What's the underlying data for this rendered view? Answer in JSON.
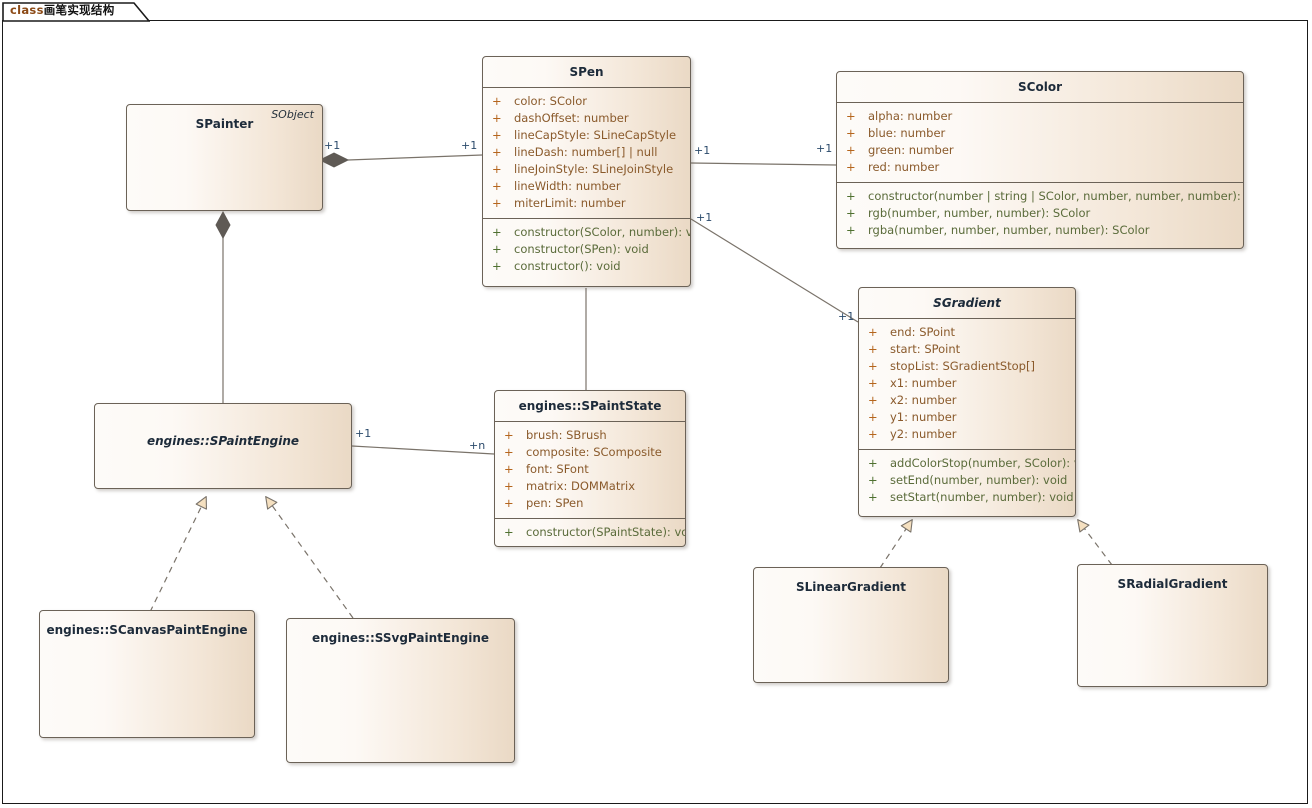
{
  "diagram": {
    "tab_prefix": "class",
    "tab_title": "画笔实现结构",
    "tab_label": "class画笔实现结构"
  },
  "classes": {
    "spainter": {
      "name": "SPainter",
      "stereotype": "SObject"
    },
    "spen": {
      "name": "SPen",
      "attributes": [
        {
          "vis": "+",
          "text": "color: SColor"
        },
        {
          "vis": "+",
          "text": "dashOffset: number"
        },
        {
          "vis": "+",
          "text": "lineCapStyle: SLineCapStyle"
        },
        {
          "vis": "+",
          "text": "lineDash: number[] | null"
        },
        {
          "vis": "+",
          "text": "lineJoinStyle: SLineJoinStyle"
        },
        {
          "vis": "+",
          "text": "lineWidth: number"
        },
        {
          "vis": "+",
          "text": "miterLimit: number"
        }
      ],
      "operations": [
        {
          "vis": "+",
          "text": "constructor(SColor, number): void"
        },
        {
          "vis": "+",
          "text": "constructor(SPen): void"
        },
        {
          "vis": "+",
          "text": "constructor(): void"
        }
      ]
    },
    "scolor": {
      "name": "SColor",
      "attributes": [
        {
          "vis": "+",
          "text": "alpha: number"
        },
        {
          "vis": "+",
          "text": "blue: number"
        },
        {
          "vis": "+",
          "text": "green: number"
        },
        {
          "vis": "+",
          "text": "red: number"
        }
      ],
      "operations": [
        {
          "vis": "+",
          "text": "constructor(number | string | SColor, number, number, number): void"
        },
        {
          "vis": "+",
          "text": "rgb(number, number, number): SColor"
        },
        {
          "vis": "+",
          "text": "rgba(number, number, number, number): SColor"
        }
      ]
    },
    "sgradient": {
      "name": "SGradient",
      "attributes": [
        {
          "vis": "+",
          "text": "end: SPoint"
        },
        {
          "vis": "+",
          "text": "start: SPoint"
        },
        {
          "vis": "+",
          "text": "stopList: SGradientStop[]"
        },
        {
          "vis": "+",
          "text": "x1: number"
        },
        {
          "vis": "+",
          "text": "x2: number"
        },
        {
          "vis": "+",
          "text": "y1: number"
        },
        {
          "vis": "+",
          "text": "y2: number"
        }
      ],
      "operations": [
        {
          "vis": "+",
          "text": "addColorStop(number, SColor): void"
        },
        {
          "vis": "+",
          "text": "setEnd(number, number): void"
        },
        {
          "vis": "+",
          "text": "setStart(number, number): void"
        }
      ]
    },
    "spaintengine": {
      "name": "engines::SPaintEngine"
    },
    "spaintstate": {
      "name": "engines::SPaintState",
      "attributes": [
        {
          "vis": "+",
          "text": "brush: SBrush"
        },
        {
          "vis": "+",
          "text": "composite: SComposite"
        },
        {
          "vis": "+",
          "text": "font: SFont"
        },
        {
          "vis": "+",
          "text": "matrix: DOMMatrix"
        },
        {
          "vis": "+",
          "text": "pen: SPen"
        }
      ],
      "operations": [
        {
          "vis": "+",
          "text": "constructor(SPaintState): void"
        }
      ]
    },
    "scanvaspaintengine": {
      "name": "engines::SCanvasPaintEngine"
    },
    "ssvgpaintengine": {
      "name": "engines::SSvgPaintEngine"
    },
    "slineargradient": {
      "name": "SLinearGradient"
    },
    "sradialgradient": {
      "name": "SRadialGradient"
    }
  },
  "multiplicities": {
    "painter_pen_src": "+1",
    "painter_pen_dst": "+1",
    "pen_color_src": "+1",
    "pen_color_dst": "+1",
    "pen_gradient_src": "+1",
    "pen_gradient_dst": "+1",
    "engine_state_src": "+1",
    "engine_state_dst": "+n"
  },
  "colors": {
    "box_fill_light": "#fdfbf8",
    "box_fill_dark": "#ead9c5",
    "box_border": "#6b6257",
    "attribute_text": "#8a5a2b",
    "operation_text": "#5a6b3a",
    "class_name_text": "#1d2b3a",
    "multiplicity_text": "#2b4a6b",
    "link_line": "#7a736a",
    "diamond_fill": "#5f5a55",
    "triangle_fill": "#f5e0c0",
    "frame_border": "#1a1a1a",
    "page_background": "#ffffff"
  }
}
